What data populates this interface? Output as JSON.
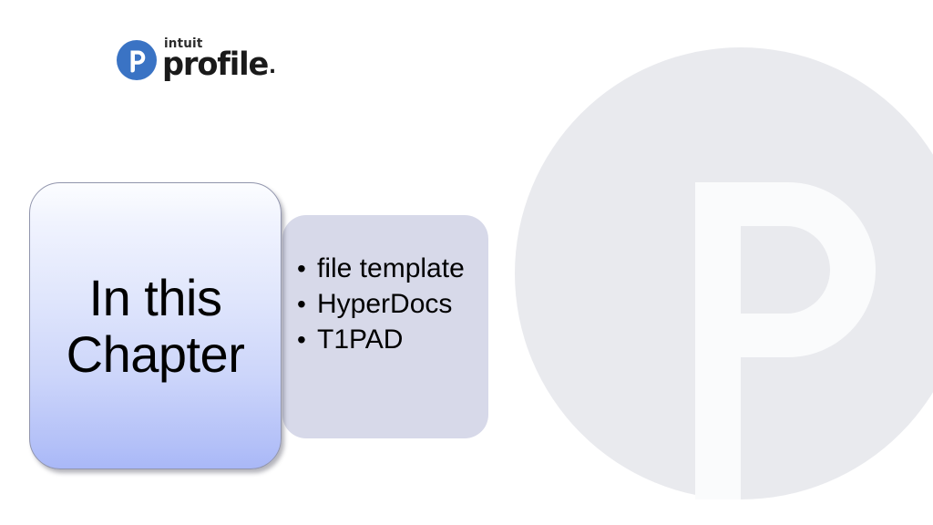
{
  "slide": {
    "background_color": "#ffffff"
  },
  "logo": {
    "brand_top": "intuit",
    "brand_main": "profile",
    "brand_dot": ".",
    "mark_letter": "P",
    "mark_color": "#3a73c4",
    "mark_letter_color": "#ffffff",
    "wordmark_color": "#1a1a1a"
  },
  "watermark": {
    "letter": "P",
    "circle_color": "#e9eaee",
    "letter_color": "#fafbfc"
  },
  "chapter_box": {
    "title": "In this Chapter",
    "title_line_1": "In this",
    "title_line_2": "Chapter",
    "gradient_top": "#fcfdff",
    "gradient_bottom": "#a9b8f7",
    "border_color": "#9195ad",
    "text_color": "#000000"
  },
  "bullet_panel": {
    "background_color": "#d7d9e9",
    "text_color": "#000000",
    "items": [
      {
        "label": "file template"
      },
      {
        "label": "HyperDocs"
      },
      {
        "label": "T1PAD"
      }
    ]
  }
}
